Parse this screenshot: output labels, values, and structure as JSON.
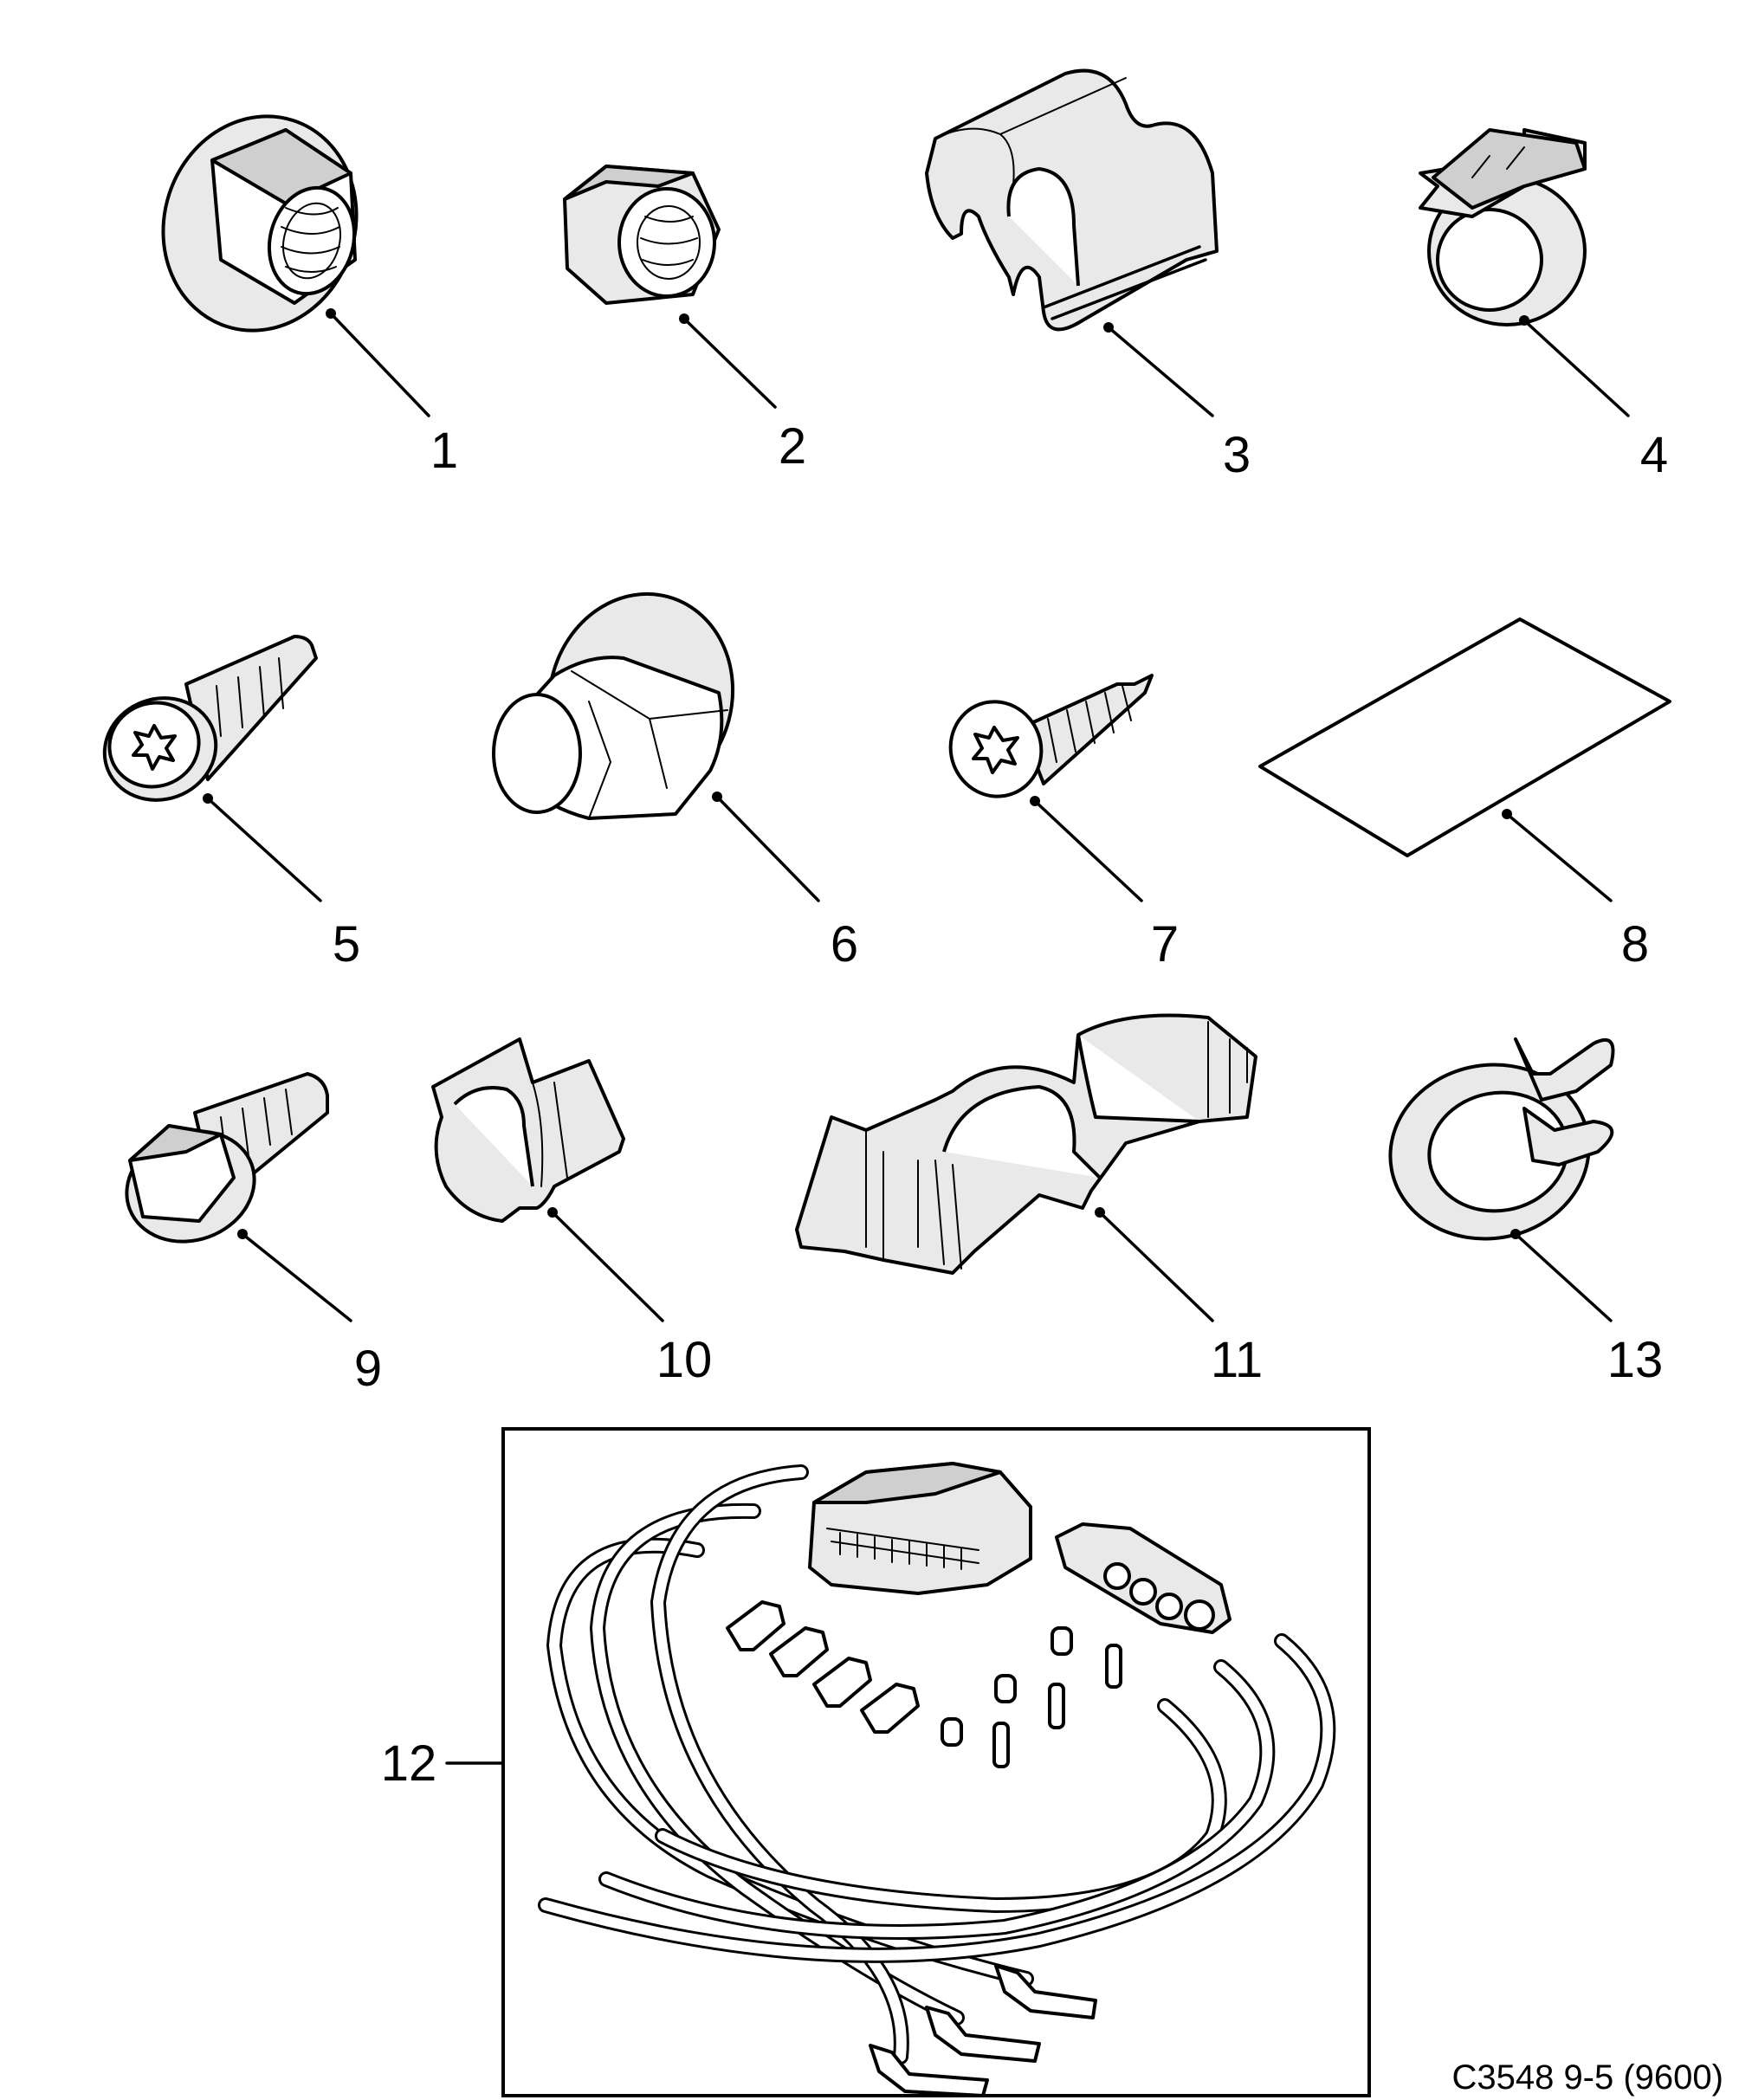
{
  "diagram": {
    "callouts": [
      "1",
      "2",
      "3",
      "4",
      "5",
      "6",
      "7",
      "8",
      "9",
      "10",
      "11",
      "12",
      "13"
    ],
    "reference": "C3548 9-5 (9600)",
    "parts": [
      {
        "number": "1",
        "icon": "flange-nut-icon"
      },
      {
        "number": "2",
        "icon": "hex-nut-icon"
      },
      {
        "number": "3",
        "icon": "double-pipe-clip-icon"
      },
      {
        "number": "4",
        "icon": "single-pipe-clip-icon"
      },
      {
        "number": "5",
        "icon": "torx-bolt-icon"
      },
      {
        "number": "6",
        "icon": "rivet-nut-icon"
      },
      {
        "number": "7",
        "icon": "torx-screw-icon"
      },
      {
        "number": "8",
        "icon": "pad-icon"
      },
      {
        "number": "9",
        "icon": "hex-bolt-icon"
      },
      {
        "number": "10",
        "icon": "spring-clip-icon"
      },
      {
        "number": "11",
        "icon": "cable-holder-icon"
      },
      {
        "number": "12",
        "icon": "wiring-repair-kit-icon"
      },
      {
        "number": "13",
        "icon": "ring-clip-icon"
      }
    ]
  }
}
